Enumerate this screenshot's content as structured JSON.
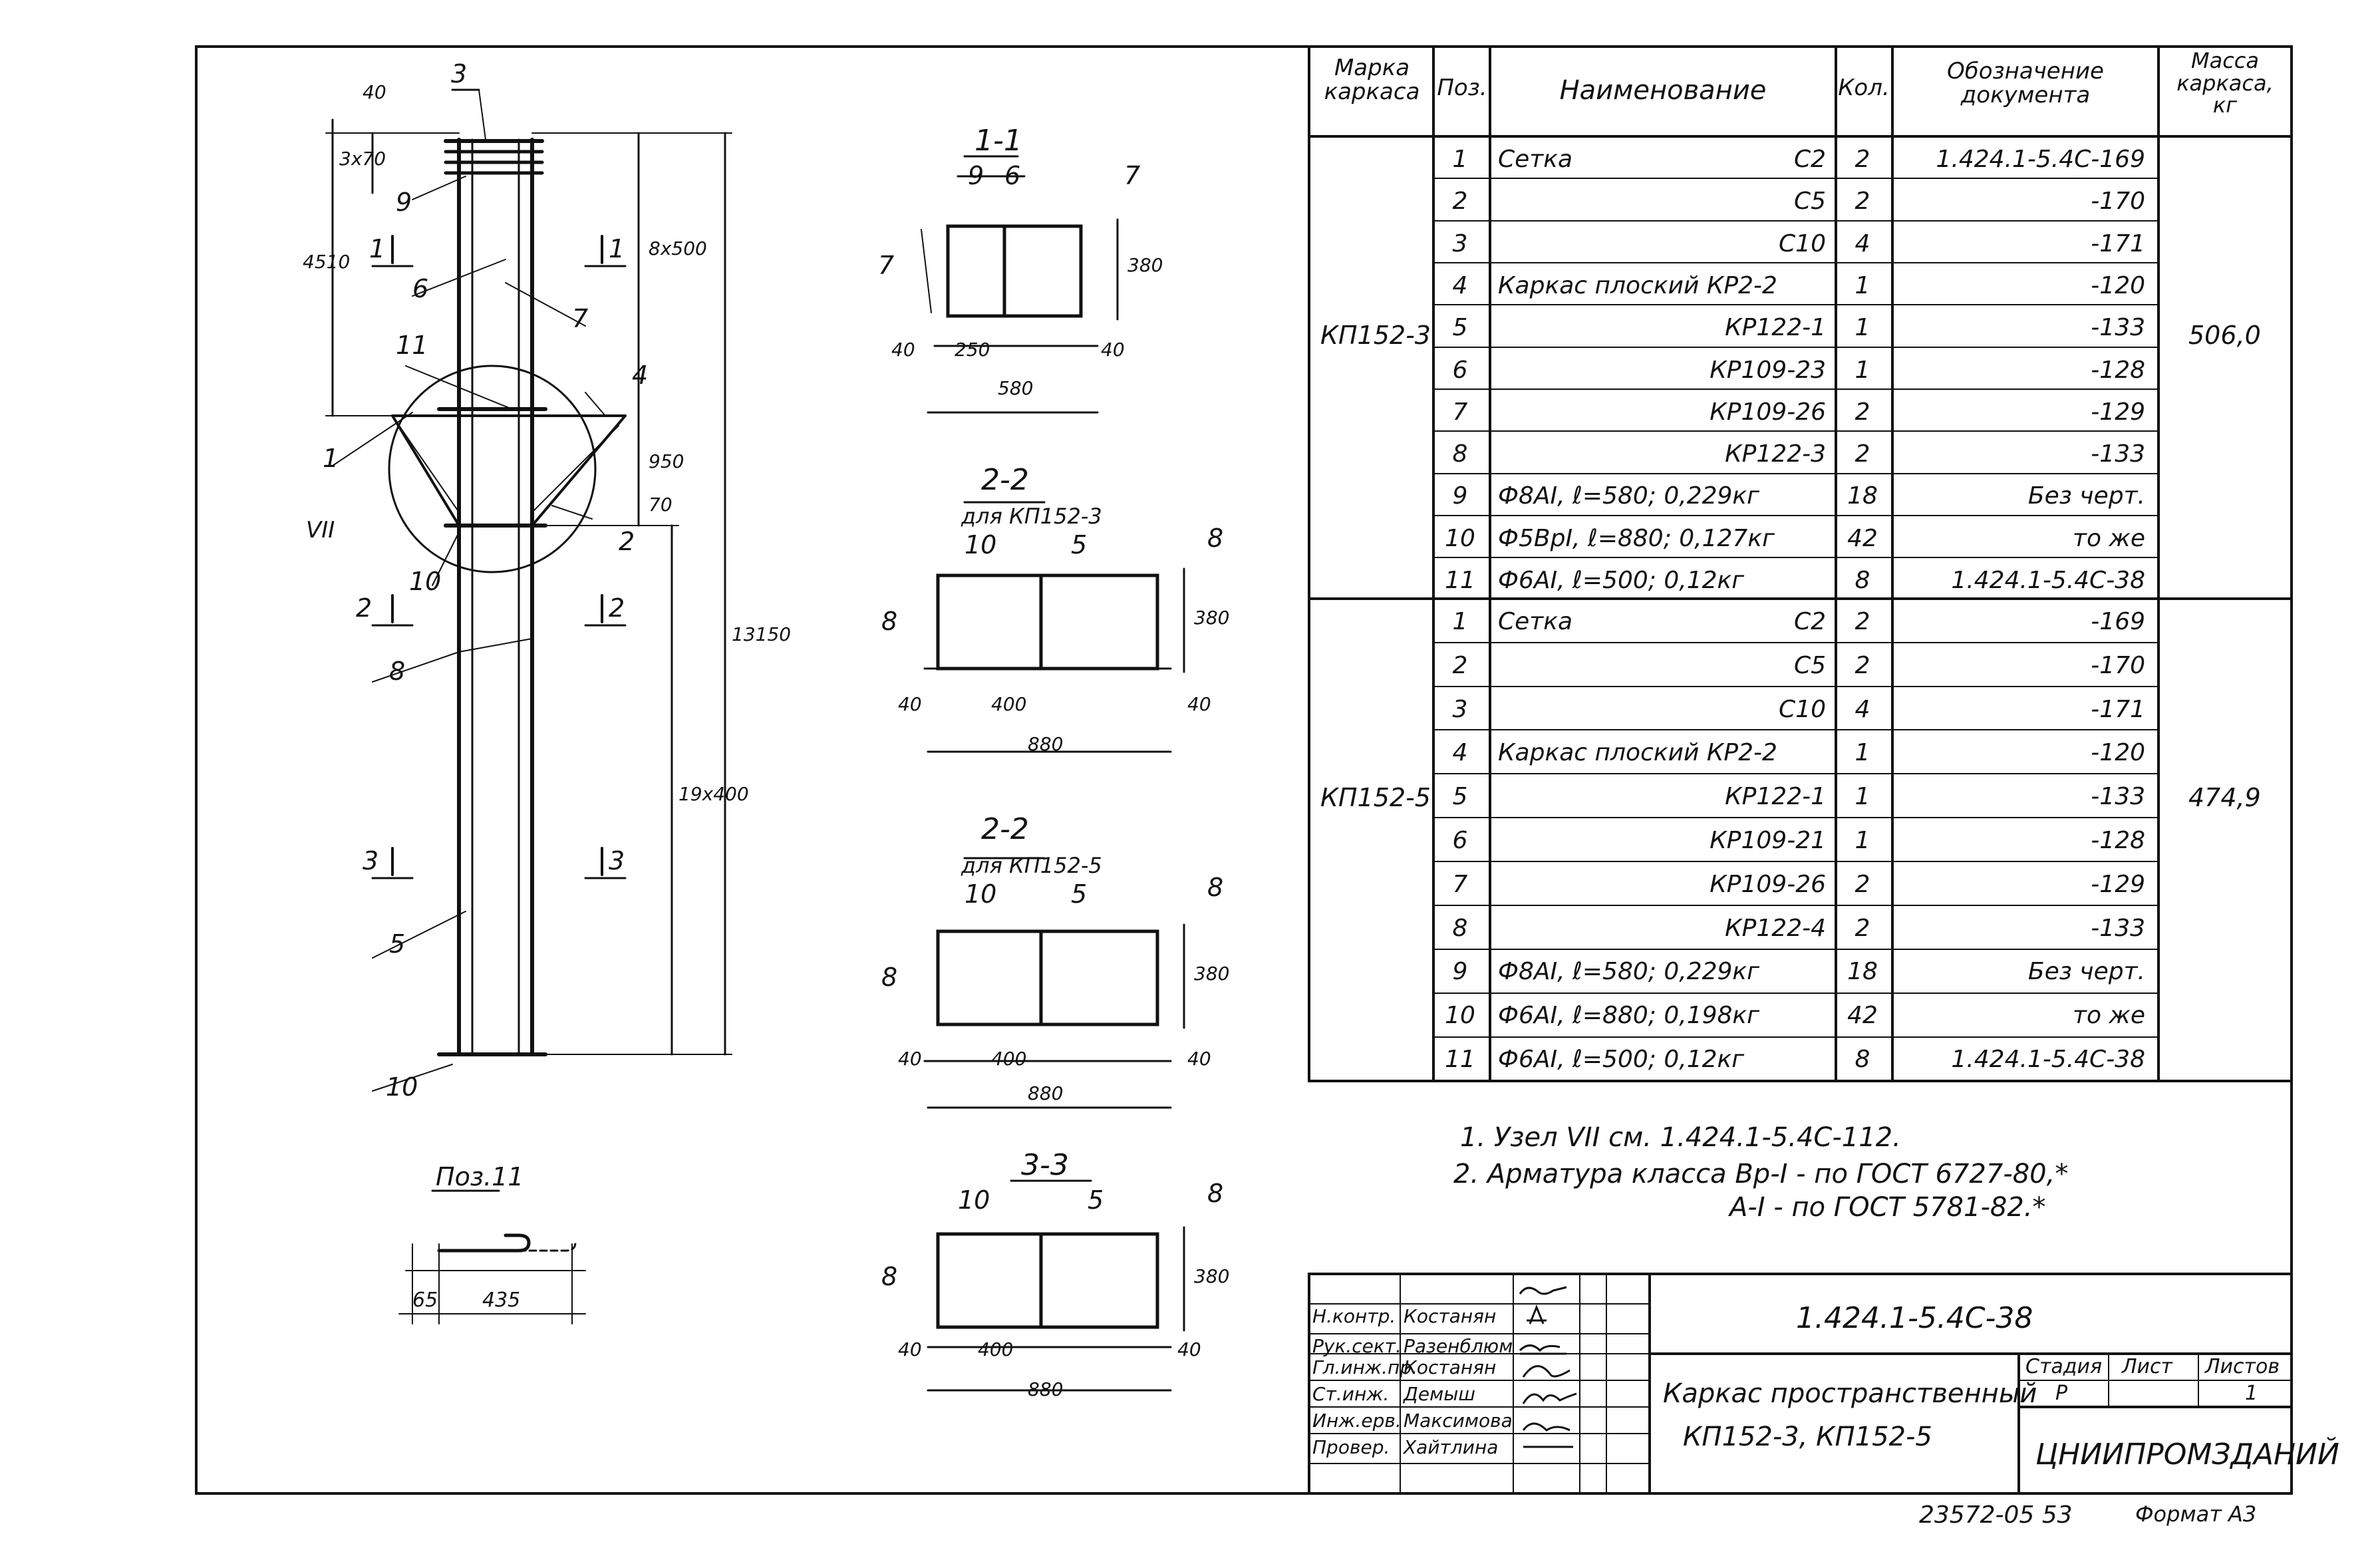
{
  "drawing": {
    "dims": {
      "top40": "40",
      "step_3x70": "3x70",
      "d4510": "4510",
      "d8x500": "8x500",
      "d950": "950",
      "d70": "70",
      "d13150": "13150",
      "d19x400": "19x400"
    },
    "callouts": [
      "3",
      "9",
      "6",
      "7",
      "11",
      "4",
      "1",
      "2",
      "10",
      "8",
      "5",
      "10"
    ],
    "section_marks": {
      "s1a": "1",
      "s1b": "1",
      "s2a": "2",
      "s2b": "2",
      "s3a": "3",
      "s3b": "3"
    },
    "node_label": "VII",
    "pos11": {
      "title": "Поз.11",
      "dim_a": "65",
      "dim_b": "435"
    }
  },
  "sections": [
    {
      "title": "1-1",
      "sub": "",
      "labels": [
        "9",
        "6",
        "7",
        "7"
      ],
      "dims": {
        "h": "380",
        "left": "40",
        "mid": "250",
        "right": "40",
        "total": "580"
      }
    },
    {
      "title": "2-2",
      "sub": "для КП152-3",
      "labels": [
        "10",
        "5",
        "8",
        "8"
      ],
      "dims": {
        "h": "380",
        "left": "40",
        "mid": "400",
        "right": "40",
        "total": "880"
      }
    },
    {
      "title": "2-2",
      "sub": "для КП152-5",
      "labels": [
        "10",
        "5",
        "8",
        "8"
      ],
      "dims": {
        "h": "380",
        "left": "40",
        "mid": "400",
        "right": "40",
        "total": "880"
      }
    },
    {
      "title": "3-3",
      "sub": "",
      "labels": [
        "10",
        "5",
        "8",
        "8"
      ],
      "dims": {
        "h": "380",
        "left": "40",
        "mid": "400",
        "right": "40",
        "total": "880"
      }
    }
  ],
  "spec": {
    "headers": {
      "mark": "Марка каркаса",
      "pos": "Поз.",
      "name": "Наименование",
      "qty": "Кол.",
      "doc": "Обозначение документа",
      "mass": "Масса каркаса, кг"
    },
    "groups": [
      {
        "mark": "КП152-3",
        "mass": "506,0",
        "rows": [
          {
            "pos": "1",
            "name": "Сетка",
            "code": "С2",
            "qty": "2",
            "doc": "1.424.1-5.4С-169"
          },
          {
            "pos": "2",
            "name": "",
            "code": "С5",
            "qty": "2",
            "doc": "-170"
          },
          {
            "pos": "3",
            "name": "",
            "code": "С10",
            "qty": "4",
            "doc": "-171"
          },
          {
            "pos": "4",
            "name": "Каркас плоский КР2-2",
            "code": "",
            "qty": "1",
            "doc": "-120"
          },
          {
            "pos": "5",
            "name": "",
            "code": "КР122-1",
            "qty": "1",
            "doc": "-133"
          },
          {
            "pos": "6",
            "name": "",
            "code": "КР109-23",
            "qty": "1",
            "doc": "-128"
          },
          {
            "pos": "7",
            "name": "",
            "code": "КР109-26",
            "qty": "2",
            "doc": "-129"
          },
          {
            "pos": "8",
            "name": "",
            "code": "КР122-3",
            "qty": "2",
            "doc": "-133"
          },
          {
            "pos": "9",
            "name": "Ф8АI, ℓ=580; 0,229кг",
            "code": "",
            "qty": "18",
            "doc": "Без черт."
          },
          {
            "pos": "10",
            "name": "Ф5ВрI, ℓ=880; 0,127кг",
            "code": "",
            "qty": "42",
            "doc": "то же"
          },
          {
            "pos": "11",
            "name": "Ф6АI, ℓ=500; 0,12кг",
            "code": "",
            "qty": "8",
            "doc": "1.424.1-5.4С-38"
          }
        ]
      },
      {
        "mark": "КП152-5",
        "mass": "474,9",
        "rows": [
          {
            "pos": "1",
            "name": "Сетка",
            "code": "С2",
            "qty": "2",
            "doc": "-169"
          },
          {
            "pos": "2",
            "name": "",
            "code": "С5",
            "qty": "2",
            "doc": "-170"
          },
          {
            "pos": "3",
            "name": "",
            "code": "С10",
            "qty": "4",
            "doc": "-171"
          },
          {
            "pos": "4",
            "name": "Каркас плоский КР2-2",
            "code": "",
            "qty": "1",
            "doc": "-120"
          },
          {
            "pos": "5",
            "name": "",
            "code": "КР122-1",
            "qty": "1",
            "doc": "-133"
          },
          {
            "pos": "6",
            "name": "",
            "code": "КР109-21",
            "qty": "1",
            "doc": "-128"
          },
          {
            "pos": "7",
            "name": "",
            "code": "КР109-26",
            "qty": "2",
            "doc": "-129"
          },
          {
            "pos": "8",
            "name": "",
            "code": "КР122-4",
            "qty": "2",
            "doc": "-133"
          },
          {
            "pos": "9",
            "name": "Ф8АI, ℓ=580; 0,229кг",
            "code": "",
            "qty": "18",
            "doc": "Без черт."
          },
          {
            "pos": "10",
            "name": "Ф6АI, ℓ=880; 0,198кг",
            "code": "",
            "qty": "42",
            "doc": "то же"
          },
          {
            "pos": "11",
            "name": "Ф6АI, ℓ=500; 0,12кг",
            "code": "",
            "qty": "8",
            "doc": "1.424.1-5.4С-38"
          }
        ]
      }
    ]
  },
  "notes": [
    "1. Узел VII см. 1.424.1-5.4С-112.",
    "2. Арматура класса Вр-I - по ГОСТ 6727-80,*",
    "А-I - по ГОСТ 5781-82.*"
  ],
  "title_block": {
    "code": "1.424.1-5.4С-38",
    "title_line1": "Каркас пространственный",
    "title_line2": "КП152-3, КП152-5",
    "stage_label": "Стадия",
    "sheet_label": "Лист",
    "sheets_label": "Листов",
    "stage_value": "Р",
    "sheet_value": "",
    "sheets_value": "1",
    "org": "ЦНИИПРОМЗДАНИЙ",
    "people": [
      {
        "role": "Н.контр.",
        "name": "Костанян"
      },
      {
        "role": "Рук.сект.",
        "name": "Разенблюм"
      },
      {
        "role": "Гл.инж.пр.",
        "name": "Костанян"
      },
      {
        "role": "Ст.инж.",
        "name": "Демыш"
      },
      {
        "role": "Инж.ерв.",
        "name": "Максимова"
      },
      {
        "role": "Провер.",
        "name": "Хайтлина"
      }
    ]
  },
  "footer": {
    "number": "23572-05 53",
    "format": "Формат А3"
  }
}
